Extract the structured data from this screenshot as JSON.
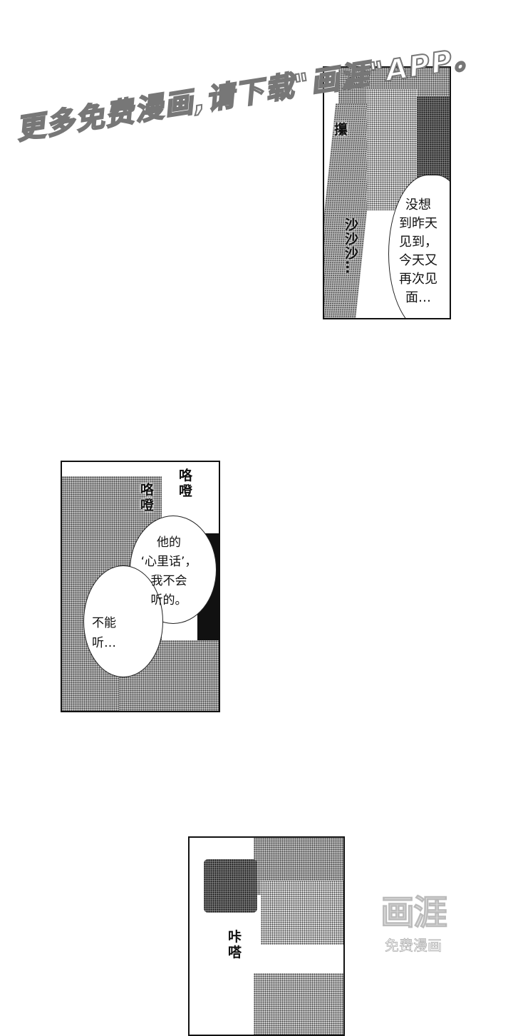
{
  "watermark": {
    "text": "更多免费漫画,请下载\"画涯\"APP。"
  },
  "panels": [
    {
      "sfx": [
        "攥",
        "沙沙沙…"
      ],
      "bubble": "没想\n到昨天\n见到，\n今天又\n再次见\n面…"
    },
    {
      "sfx": [
        "咯\n噔",
        "咯\n噔"
      ],
      "bubble1": "他的\n‘心里话’，\n我不会\n听的。",
      "bubble2": "不能\n听…"
    },
    {
      "sfx": [
        "咔\n嗒"
      ]
    }
  ],
  "logo": {
    "mark": "画涯",
    "sub": "免费漫画"
  }
}
